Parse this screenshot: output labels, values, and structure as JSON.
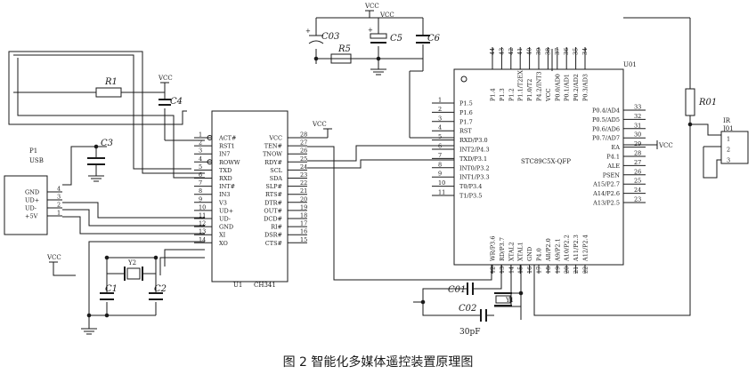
{
  "caption": "图 2   智能化多媒体遥控装置原理图",
  "components": {
    "C03": "C03",
    "C5": "C5",
    "C6": "C6",
    "R5": "R5",
    "R1": "R1",
    "C4": "C4",
    "C3": "C3",
    "C1": "C1",
    "C2": "C2",
    "Y2": "Y2",
    "R01": "R01",
    "C01": "C01",
    "C02": "C02",
    "Y1": "Y1",
    "cap_value": "30pF"
  },
  "power": {
    "vcc": "VCC",
    "plus": "+"
  },
  "usb": {
    "ref": "P1",
    "name": "USB",
    "pins": [
      {
        "name": "GND",
        "num": "4"
      },
      {
        "name": "UD+",
        "num": "3"
      },
      {
        "name": "UD-",
        "num": "2"
      },
      {
        "name": "+5V",
        "num": "1"
      }
    ]
  },
  "ir": {
    "ref": "J01",
    "name": "IR",
    "pins": [
      "1",
      "2",
      "3"
    ]
  },
  "u1": {
    "ref": "U1",
    "part": "CH341",
    "left_pins": [
      {
        "n": "1",
        "name": "ACT#"
      },
      {
        "n": "2",
        "name": "RST1"
      },
      {
        "n": "3",
        "name": "IN7"
      },
      {
        "n": "4",
        "name": "ROWW"
      },
      {
        "n": "5",
        "name": "TXD"
      },
      {
        "n": "6",
        "name": "RXD"
      },
      {
        "n": "7",
        "name": "INT#"
      },
      {
        "n": "8",
        "name": "IN3"
      },
      {
        "n": "9",
        "name": "V3"
      },
      {
        "n": "10",
        "name": "UD+"
      },
      {
        "n": "11",
        "name": "UD-"
      },
      {
        "n": "12",
        "name": "GND"
      },
      {
        "n": "13",
        "name": "XI"
      },
      {
        "n": "14",
        "name": "XO"
      }
    ],
    "right_pins": [
      {
        "n": "28",
        "name": "VCC"
      },
      {
        "n": "27",
        "name": "TEN#"
      },
      {
        "n": "26",
        "name": "TNOW"
      },
      {
        "n": "25",
        "name": "RDY#"
      },
      {
        "n": "24",
        "name": "SCL"
      },
      {
        "n": "23",
        "name": "SDA"
      },
      {
        "n": "22",
        "name": "SLP#"
      },
      {
        "n": "21",
        "name": "RTS#"
      },
      {
        "n": "20",
        "name": "DTR#"
      },
      {
        "n": "19",
        "name": "OUT#"
      },
      {
        "n": "18",
        "name": "DCD#"
      },
      {
        "n": "17",
        "name": "RI#"
      },
      {
        "n": "16",
        "name": "DSR#"
      },
      {
        "n": "15",
        "name": "CTS#"
      }
    ]
  },
  "u01": {
    "ref": "U01",
    "part": "STC89C5X-QFP",
    "left_pins": [
      {
        "n": "1",
        "name": "P1.5"
      },
      {
        "n": "2",
        "name": "P1.6"
      },
      {
        "n": "3",
        "name": "P1.7"
      },
      {
        "n": "4",
        "name": "RST"
      },
      {
        "n": "5",
        "name": "RXD/P3.0"
      },
      {
        "n": "6",
        "name": "INT2/P4.3"
      },
      {
        "n": "7",
        "name": "TXD/P3.1"
      },
      {
        "n": "8",
        "name": "INT0/P3.2"
      },
      {
        "n": "9",
        "name": "INT1/P3.3"
      },
      {
        "n": "10",
        "name": "T0/P3.4"
      },
      {
        "n": "11",
        "name": "T1/P3.5"
      }
    ],
    "right_pins": [
      {
        "n": "33",
        "name": "P0.4/AD4"
      },
      {
        "n": "32",
        "name": "P0.5/AD5"
      },
      {
        "n": "31",
        "name": "P0.6/AD6"
      },
      {
        "n": "30",
        "name": "P0.7/AD7"
      },
      {
        "n": "29",
        "name": "EA"
      },
      {
        "n": "28",
        "name": "P4.1"
      },
      {
        "n": "27",
        "name": "ALE"
      },
      {
        "n": "26",
        "name": "PSEN"
      },
      {
        "n": "25",
        "name": "A15/P2.7"
      },
      {
        "n": "24",
        "name": "A14/P2.6"
      },
      {
        "n": "23",
        "name": "A13/P2.5"
      }
    ],
    "top_pins": [
      {
        "n": "44",
        "name": "P1.4"
      },
      {
        "n": "43",
        "name": "P1.3"
      },
      {
        "n": "42",
        "name": "P1.2"
      },
      {
        "n": "41",
        "name": "P1.1/T2EX"
      },
      {
        "n": "40",
        "name": "P1.0/T2"
      },
      {
        "n": "39",
        "name": "P4.2/INT3"
      },
      {
        "n": "38",
        "name": "VCC"
      },
      {
        "n": "37",
        "name": "P0.0/AD0"
      },
      {
        "n": "36",
        "name": "P0.1/AD1"
      },
      {
        "n": "35",
        "name": "P0.2/AD2"
      },
      {
        "n": "34",
        "name": "P0.3/AD3"
      }
    ],
    "bottom_pins": [
      {
        "n": "12",
        "name": "WR/P3.6"
      },
      {
        "n": "13",
        "name": "RD/P3.7"
      },
      {
        "n": "14",
        "name": "XTAL2"
      },
      {
        "n": "15",
        "name": "XTAL1"
      },
      {
        "n": "16",
        "name": "GND"
      },
      {
        "n": "17",
        "name": "P4.0"
      },
      {
        "n": "18",
        "name": "A8/P2.0"
      },
      {
        "n": "19",
        "name": "A9/P2.1"
      },
      {
        "n": "20",
        "name": "A10/P2.2"
      },
      {
        "n": "21",
        "name": "A11/P2.3"
      },
      {
        "n": "22",
        "name": "A12/P2.4"
      }
    ]
  }
}
